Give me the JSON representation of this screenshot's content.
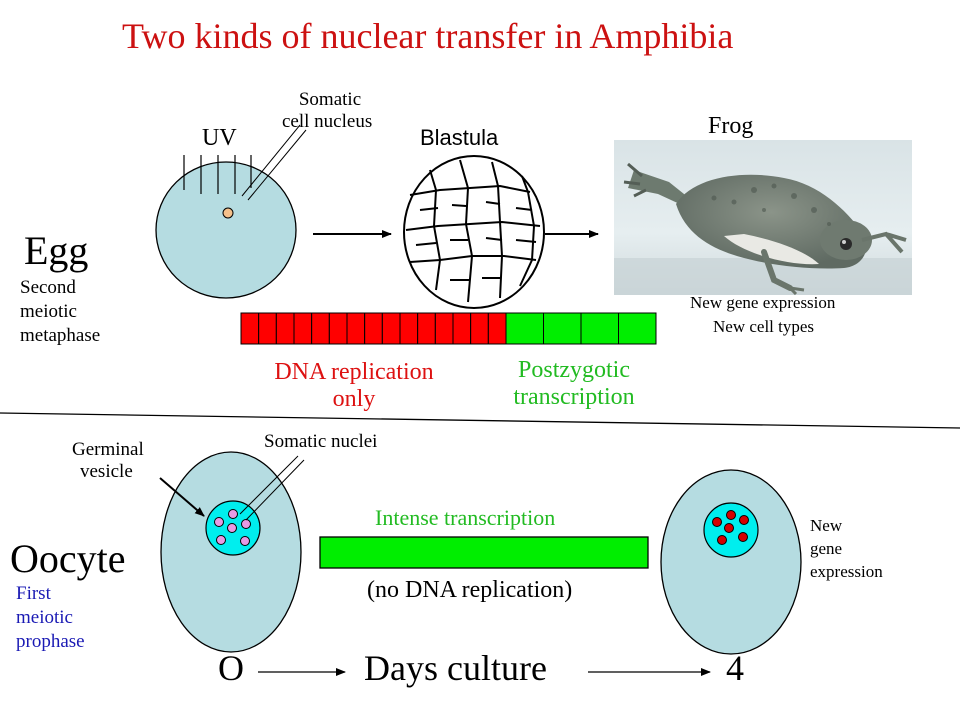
{
  "title": "Two kinds of nuclear transfer in Amphibia",
  "colors": {
    "title": "#cc1111",
    "red_text": "#dd1111",
    "green_text": "#22bb22",
    "bar_red": "#ff0000",
    "bar_green": "#00ee00",
    "cell_fill": "#b5dce1",
    "vesicle_fill": "#00eeee",
    "nucleus_pink": "#e79ae3",
    "nucleus_red": "#d40000",
    "nucleus_orange": "#f4c08a"
  },
  "egg": {
    "label": "Egg",
    "stage": [
      "Second",
      "meiotic",
      "metaphase"
    ],
    "uv_label": "UV",
    "nucleus_label": [
      "Somatic",
      "cell nucleus"
    ],
    "blastula_label": "Blastula",
    "frog_label": "Frog",
    "outcome": [
      "New gene expression",
      "New cell types"
    ],
    "bar": {
      "red_segments": 15,
      "green_segments": 4
    },
    "replication_label": [
      "DNA replication",
      "only"
    ],
    "transcription_label": [
      "Postzygotic",
      "transcription"
    ]
  },
  "oocyte": {
    "label": "Oocyte",
    "stage": [
      "First",
      "meiotic",
      "prophase"
    ],
    "vesicle_label": [
      "Germinal",
      "vesicle"
    ],
    "nuclei_label": "Somatic nuclei",
    "bar_label": "Intense transcription",
    "no_replication_label": "(no DNA replication)",
    "outcome": [
      "New",
      "gene",
      "expression"
    ]
  },
  "timeline": {
    "start": "O",
    "label": "Days culture",
    "end": "4"
  }
}
